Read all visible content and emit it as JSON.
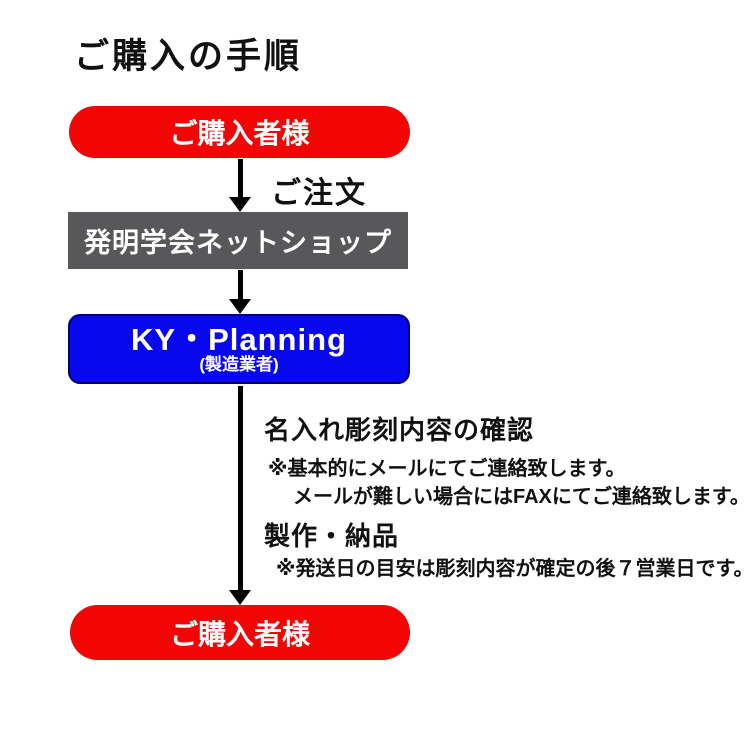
{
  "page": {
    "title": "ご購入の手順",
    "background_color": "#ffffff"
  },
  "colors": {
    "buyer_box": "#f20505",
    "shop_box": "#58585a",
    "maker_box": "#0707f0",
    "maker_box_border": "#000070",
    "arrow": "#000000",
    "text": "#111111"
  },
  "flow": {
    "nodes": [
      {
        "id": "buyer-top",
        "label": "ご購入者様",
        "shape": "pill",
        "color": "#f20505"
      },
      {
        "id": "shop",
        "label": "発明学会ネットショップ",
        "shape": "rect",
        "color": "#58585a"
      },
      {
        "id": "ky-planning",
        "label": "KY・Planning",
        "sublabel": "(製造業者)",
        "shape": "rounded-rect",
        "color": "#0707f0"
      },
      {
        "id": "buyer-bottom",
        "label": "ご購入者様",
        "shape": "pill",
        "color": "#f20505"
      }
    ],
    "edges": [
      {
        "from": "buyer-top",
        "to": "shop",
        "label": "ご注文"
      },
      {
        "from": "shop",
        "to": "ky-planning",
        "label": ""
      },
      {
        "from": "ky-planning",
        "to": "buyer-bottom",
        "steps": [
          {
            "heading": "名入れ彫刻内容の確認",
            "notes": [
              "※基本的にメールにてご連絡致します。",
              "メールが難しい場合にはFAXにてご連絡致します。"
            ]
          },
          {
            "heading": "製作・納品",
            "notes": [
              "※発送日の目安は彫刻内容が確定の後７営業日です。"
            ]
          }
        ]
      }
    ]
  }
}
